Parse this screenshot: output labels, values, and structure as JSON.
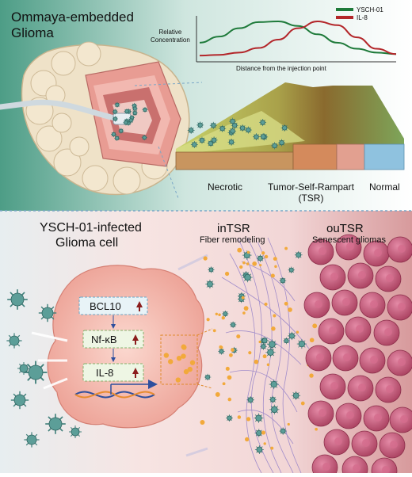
{
  "top": {
    "title_line1": "Ommaya-embedded",
    "title_line2": "Glioma",
    "plot": {
      "ylabel_line1": "Relative",
      "ylabel_line2": "Concentration",
      "xlabel": "Distance from the injection point",
      "legend": [
        {
          "name": "YSCH-01",
          "color": "#1e7a3a"
        },
        {
          "name": "IL-8",
          "color": "#b3262a"
        }
      ]
    },
    "zones": {
      "necrotic": "Necrotic",
      "tsr_line1": "Tumor-Self-Rampart",
      "tsr_line2": "(TSR)",
      "normal": "Normal"
    }
  },
  "chart_data": {
    "type": "line",
    "xlabel": "Distance from the injection point",
    "ylabel": "Relative Concentration",
    "series": [
      {
        "name": "YSCH-01",
        "color": "#1e7a3a",
        "x": [
          0,
          0.1,
          0.2,
          0.3,
          0.4,
          0.5,
          0.6,
          0.7,
          0.8,
          0.9,
          1.0
        ],
        "y": [
          0.42,
          0.58,
          0.8,
          0.96,
          0.98,
          0.86,
          0.64,
          0.42,
          0.26,
          0.16,
          0.12
        ]
      },
      {
        "name": "IL-8",
        "color": "#b3262a",
        "x": [
          0,
          0.1,
          0.2,
          0.3,
          0.4,
          0.5,
          0.6,
          0.7,
          0.8,
          0.9,
          1.0
        ],
        "y": [
          0.08,
          0.1,
          0.16,
          0.28,
          0.5,
          0.8,
          0.98,
          0.88,
          0.56,
          0.26,
          0.12
        ]
      }
    ]
  },
  "bottom": {
    "cell_title_line1": "YSCH-01-infected",
    "cell_title_line2": "Glioma cell",
    "intsr_title": "inTSR",
    "intsr_sub": "Fiber remodeling",
    "outsr_title": "ouTSR",
    "outsr_sub": "Senescent gliomas",
    "pathway": [
      "BCL10",
      "Nf-κB",
      "IL-8"
    ]
  }
}
